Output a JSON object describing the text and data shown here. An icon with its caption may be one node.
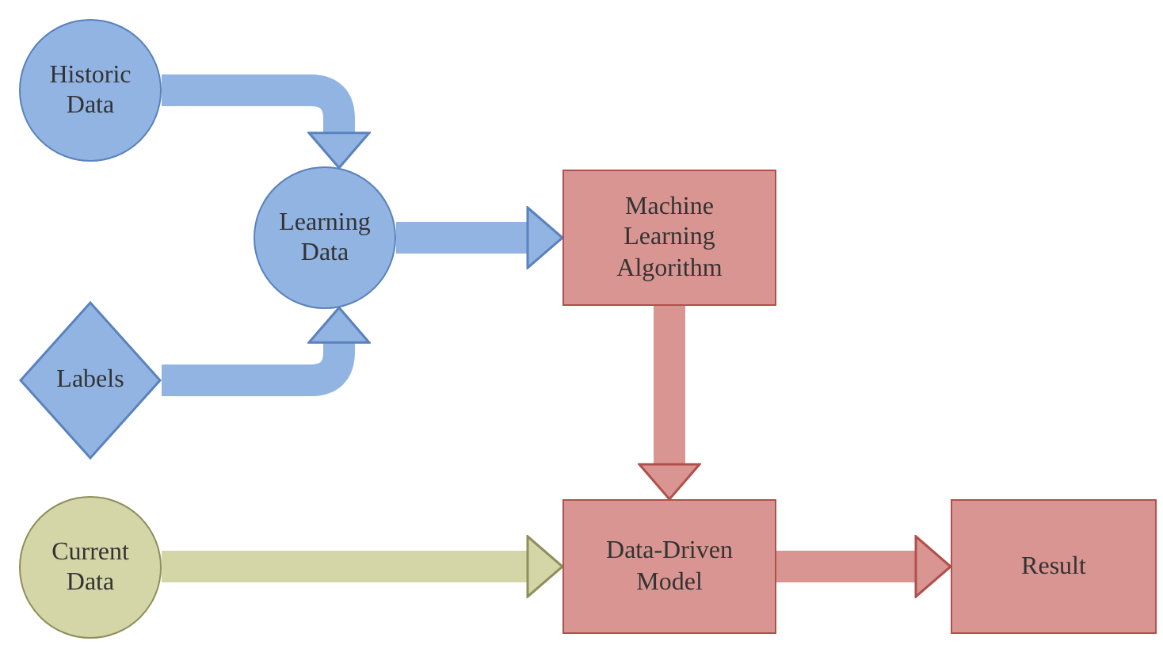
{
  "diagram": {
    "nodes": [
      {
        "text": [
          "Historic Data"
        ]
      },
      {
        "text": [
          "Labels"
        ]
      },
      {
        "text": [
          "Learning Data"
        ]
      },
      {
        "text": [
          "Machine Learning Algorithm"
        ]
      },
      {
        "text": [
          "Current Data"
        ]
      },
      {
        "text": [
          "Data-Driven Model"
        ]
      },
      {
        "text": [
          "Result"
        ]
      }
    ],
    "edges": [
      {
        "from": 0,
        "to": 2,
        "arrow": "to"
      },
      {
        "from": 1,
        "to": 2,
        "arrow": "to"
      },
      {
        "from": 2,
        "to": 3,
        "arrow": "to"
      },
      {
        "from": 3,
        "to": 5,
        "arrow": "to",
        "color": "#d99591"
      },
      {
        "from": 4,
        "to": 5,
        "arrow": "to",
        "color": "#d5d6a8"
      },
      {
        "from": 5,
        "to": 6,
        "arrow": "to",
        "color": "#d99591"
      }
    ]
  }
}
